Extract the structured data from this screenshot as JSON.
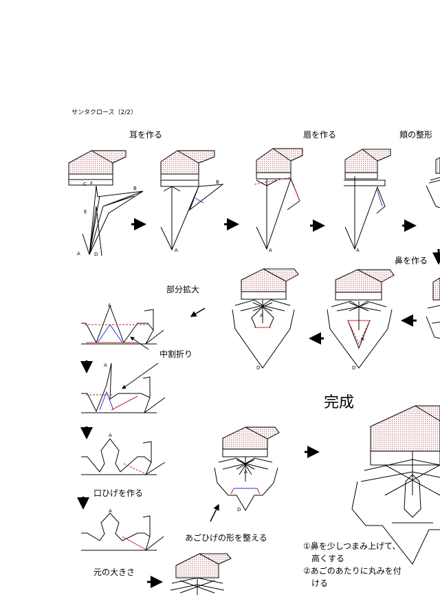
{
  "page_title": "サンタクロース（2/2）",
  "steps": {
    "ear": "耳を作る",
    "eyebrow": "眉を作る",
    "cheek": "頬の整形",
    "nose": "鼻を作る",
    "zoom": "部分拡大",
    "inside_reverse": "中割折り",
    "mustache": "口ひげを作る",
    "original_size": "元の大きさ",
    "chin_beard": "あごひげの形を整える"
  },
  "complete": "完成",
  "notes": [
    "①鼻を少しつまみ上げて、",
    "高くする",
    "②あごのあたりに丸みを付",
    "ける"
  ],
  "point_labels": {
    "a": "A",
    "b": "B",
    "c": "C",
    "d": "D",
    "e": "E",
    "f": "F"
  },
  "colors": {
    "hat": "#c98a8a",
    "valley": "#cc2222",
    "mountain": "#2233cc"
  }
}
